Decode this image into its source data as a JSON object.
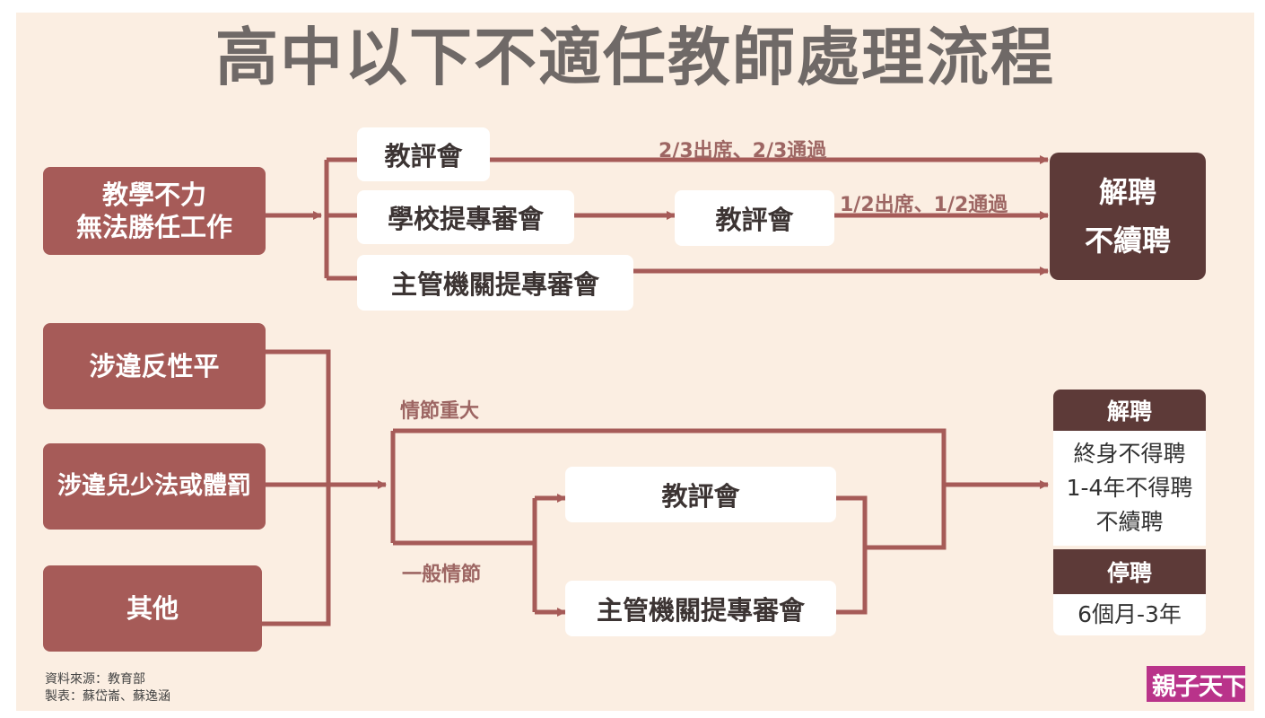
{
  "title": "高中以下不適任教師處理流程",
  "section1": {
    "cause": [
      "教學不力",
      "無法勝任工作"
    ],
    "path_a": "教評會",
    "path_b": "學校提專審會",
    "path_b_next": "教評會",
    "path_c": "主管機關提專審會",
    "label_a": "2/3出席、2/3通過",
    "label_b": "1/2出席、1/2通過",
    "outcome": [
      "解聘",
      "不續聘"
    ]
  },
  "section2": {
    "cause_1": "涉違反性平",
    "cause_2": "涉違兒少法或體罰",
    "cause_3": "其他",
    "label_serious": "情節重大",
    "label_general": "一般情節",
    "node_1": "教評會",
    "node_2": "主管機關提專審會",
    "outcome_head_1": "解聘",
    "outcome_items": [
      "終身不得聘",
      "1-4年不得聘",
      "不續聘"
    ],
    "outcome_head_2": "停聘",
    "outcome_duration": "6個月-3年"
  },
  "footer": {
    "source": "資料來源：教育部",
    "made_by": "製表：蘇岱崙、蘇逸涵",
    "logo": "親子天下"
  },
  "colors": {
    "background": "#fbeee2",
    "cause_box": "#a65b58",
    "outcome_box": "#5d3a38",
    "connector": "#a65b58",
    "title": "#6f6967",
    "logo": "#b9338a"
  }
}
